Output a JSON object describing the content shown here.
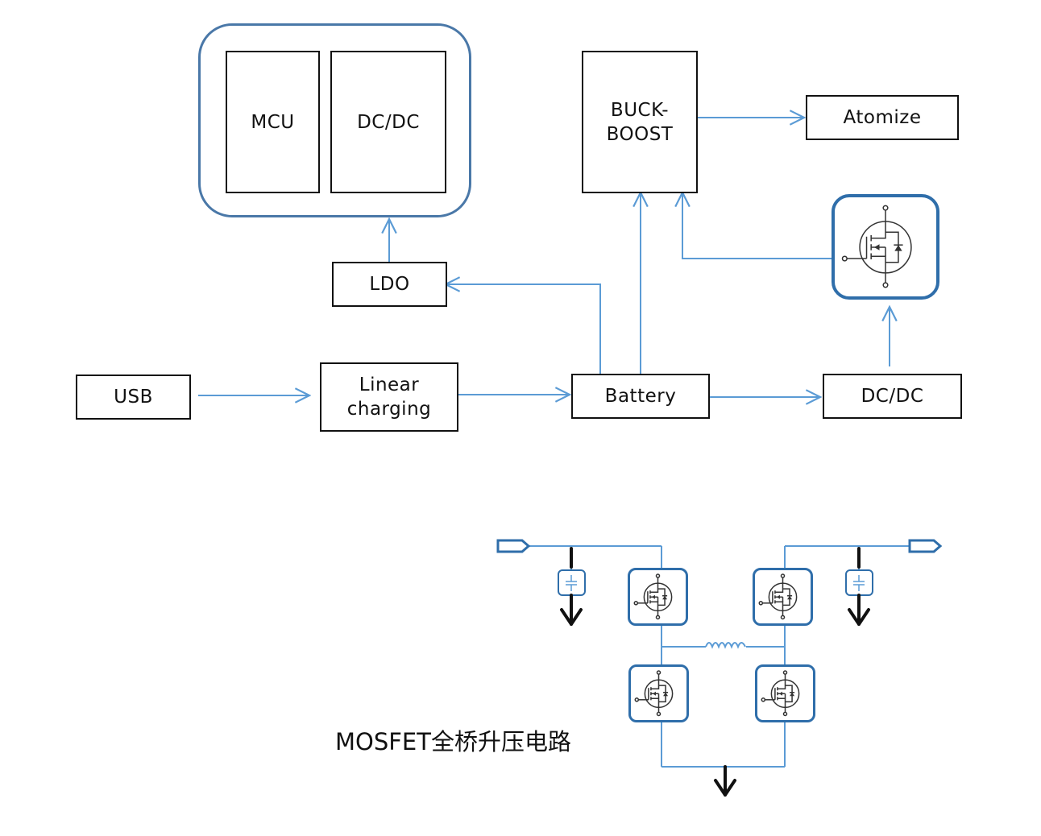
{
  "diagram": {
    "blocks": {
      "mcu": "MCU",
      "dcdc_top": "DC/DC",
      "buck_boost": "BUCK-\nBOOST",
      "atomize": "Atomize",
      "ldo": "LDO",
      "usb": "USB",
      "linear_charging": "Linear\ncharging",
      "battery": "Battery",
      "dcdc_right": "DC/DC"
    },
    "caption": "MOSFET全桥升压电路"
  },
  "colors": {
    "wire": "#5b9bd5",
    "frame": "#2f6eaa",
    "box_border": "#111111"
  }
}
